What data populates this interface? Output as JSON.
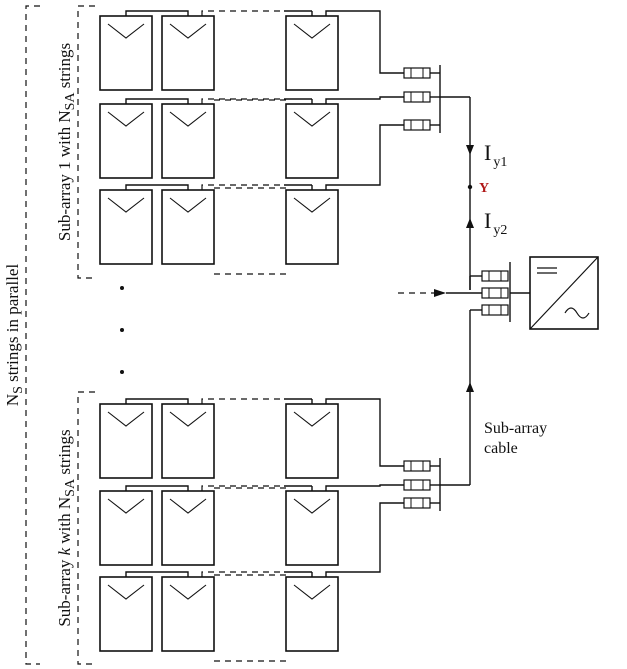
{
  "labels": {
    "outer_group": {
      "main": "N",
      "sub": "S",
      "rest": " strings in parallel"
    },
    "subarray_1": {
      "prefix": "Sub-array 1 with ",
      "n": "N",
      "sub": "SA",
      "suffix": " strings"
    },
    "subarray_k": {
      "prefix": "Sub-array ",
      "k": "k",
      "mid": " with ",
      "n": "N",
      "sub": "SA",
      "suffix": " strings"
    },
    "current_1": {
      "main": "I",
      "sub": "y1"
    },
    "current_2": {
      "main": "I",
      "sub": "y2"
    },
    "junction": "Y",
    "cable_line1": "Sub-array",
    "cable_line2": "cable"
  },
  "colors": {
    "line": "#111111",
    "junction_label": "#b01818",
    "background": "#ffffff"
  }
}
